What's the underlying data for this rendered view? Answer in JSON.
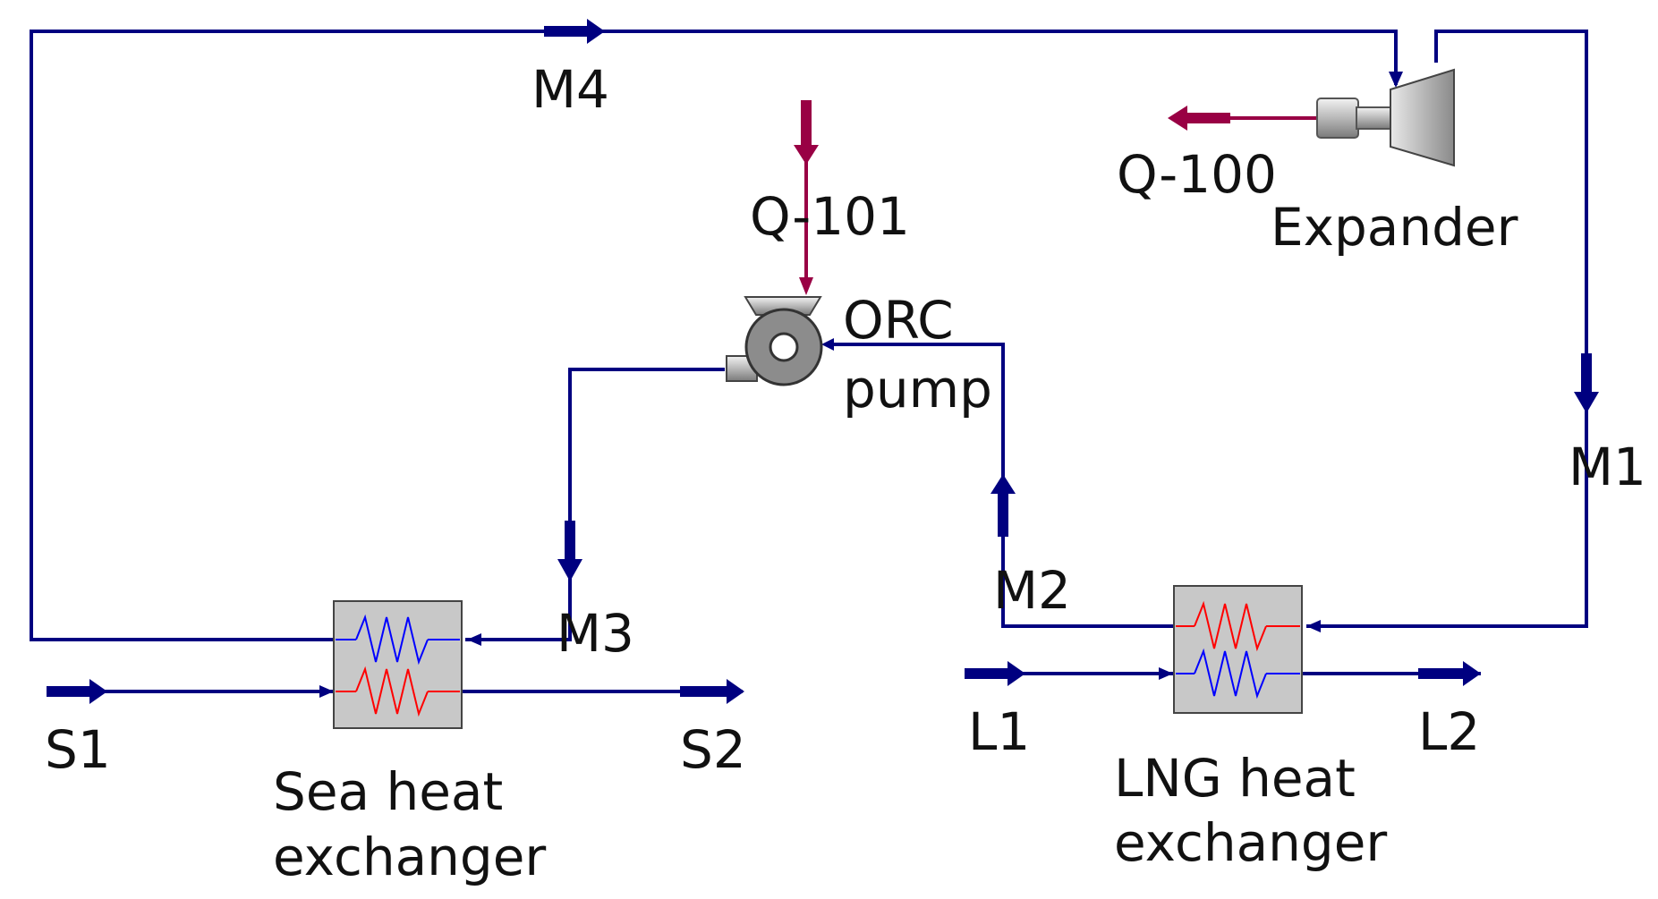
{
  "colors": {
    "stream": "#000080",
    "energy": "#990044",
    "hx_fill": "#c8c8c8",
    "hot_coil": "#ff0000",
    "cold_coil": "#0000ff",
    "equipment": "#9a9a9a"
  },
  "streams": {
    "m1": "M1",
    "m2": "M2",
    "m3": "M3",
    "m4": "M4",
    "s1": "S1",
    "s2": "S2",
    "l1": "L1",
    "l2": "L2"
  },
  "energy_streams": {
    "q100": "Q-100",
    "q101": "Q-101"
  },
  "equipment": {
    "expander": "Expander",
    "pump_line1": "ORC",
    "pump_line2": "pump",
    "sea_hx_line1": "Sea heat",
    "sea_hx_line2": "exchanger",
    "lng_hx_line1": "LNG heat",
    "lng_hx_line2": "exchanger"
  }
}
